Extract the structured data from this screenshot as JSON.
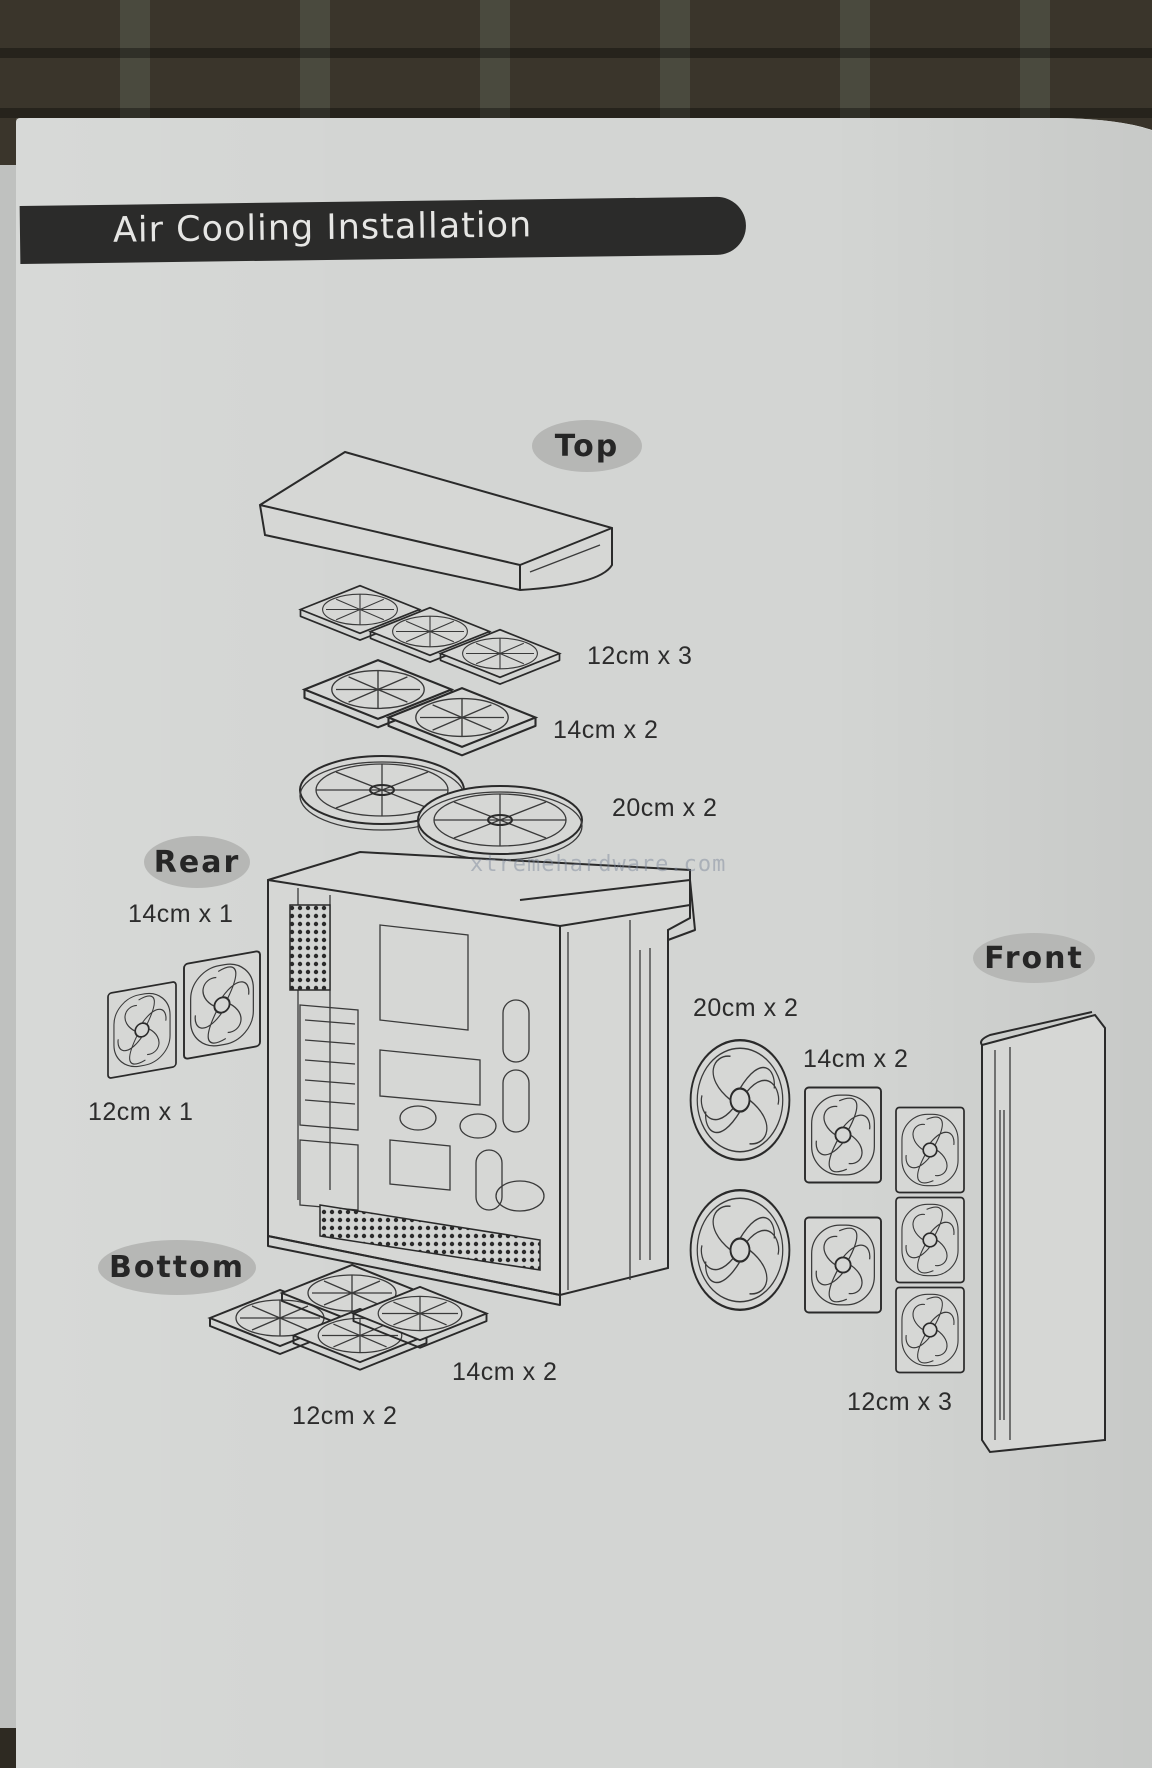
{
  "header": {
    "title": "Air Cooling Installation"
  },
  "sections": {
    "top": {
      "label": "Top",
      "fans": [
        {
          "text": "12cm x 3"
        },
        {
          "text": "14cm x 2"
        },
        {
          "text": "20cm x 2"
        }
      ]
    },
    "rear": {
      "label": "Rear",
      "fans": [
        {
          "text": "14cm x 1"
        },
        {
          "text": "12cm x 1"
        }
      ]
    },
    "front": {
      "label": "Front",
      "fans": [
        {
          "text": "20cm x 2"
        },
        {
          "text": "14cm x 2"
        },
        {
          "text": "12cm x 3"
        }
      ]
    },
    "bottom": {
      "label": "Bottom",
      "fans": [
        {
          "text": "14cm x 2"
        },
        {
          "text": "12cm x 2"
        }
      ]
    }
  },
  "watermark": {
    "text": "xtremehardware.com"
  },
  "colors": {
    "paper": "#d3d5d3",
    "header_bar": "#2b2b2a",
    "pill": "#b6b7b5",
    "ink": "#2a2a2a"
  }
}
